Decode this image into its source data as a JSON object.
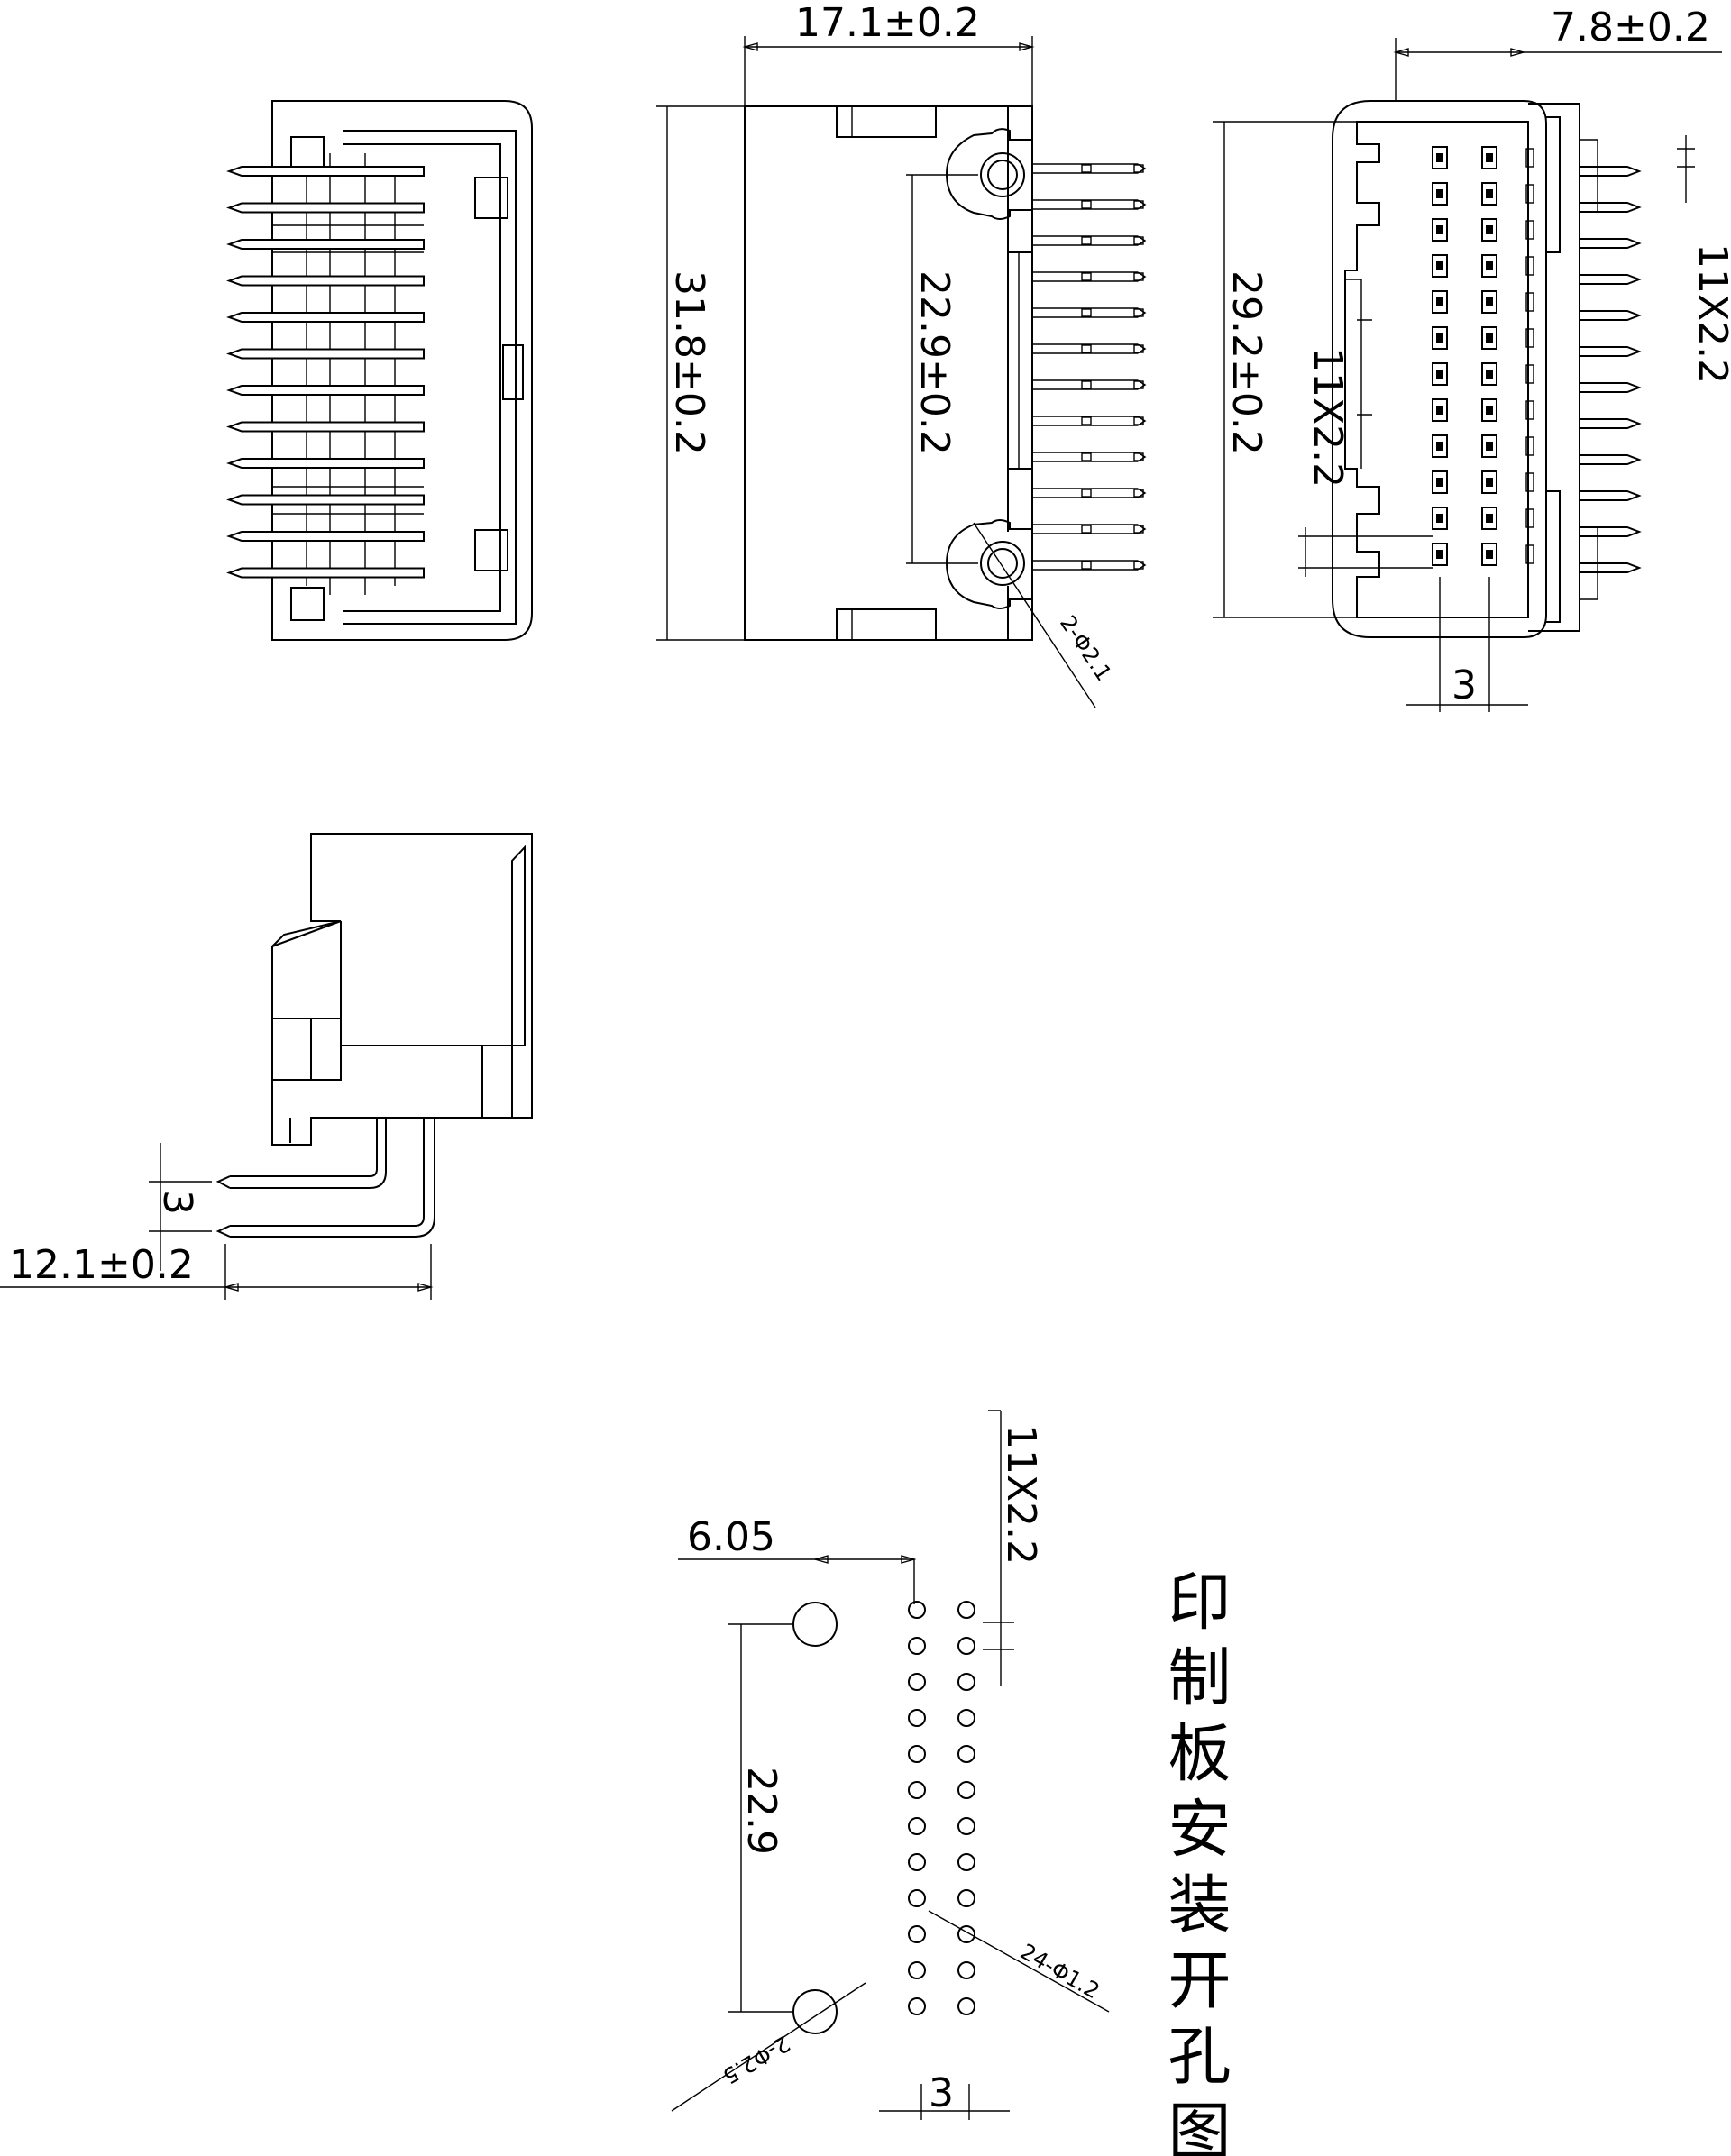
{
  "dimensions": {
    "width_17_1": "17.1±0.2",
    "width_7_8": "7.8±0.2",
    "height_31_8": "31.8±0.2",
    "hole_spacing_22_9": "22.9±0.2",
    "height_29_2": "29.2±0.2",
    "pitch_right": "11X2.2",
    "pitch_front": "11X2.2",
    "row_spacing_front": "3",
    "mount_hole": "2-Φ2.1",
    "side_row_spacing": "3",
    "side_depth": "12.1±0.2",
    "pcb_offset": "6.05",
    "pcb_pitch": "11X2.2",
    "pcb_hole_spacing": "22.9",
    "pcb_pin_holes": "24-Φ1.2",
    "pcb_mount_holes": "2-Φ2.5",
    "pcb_row_spacing": "3"
  },
  "pcb_title": "印制板安装开孔图"
}
